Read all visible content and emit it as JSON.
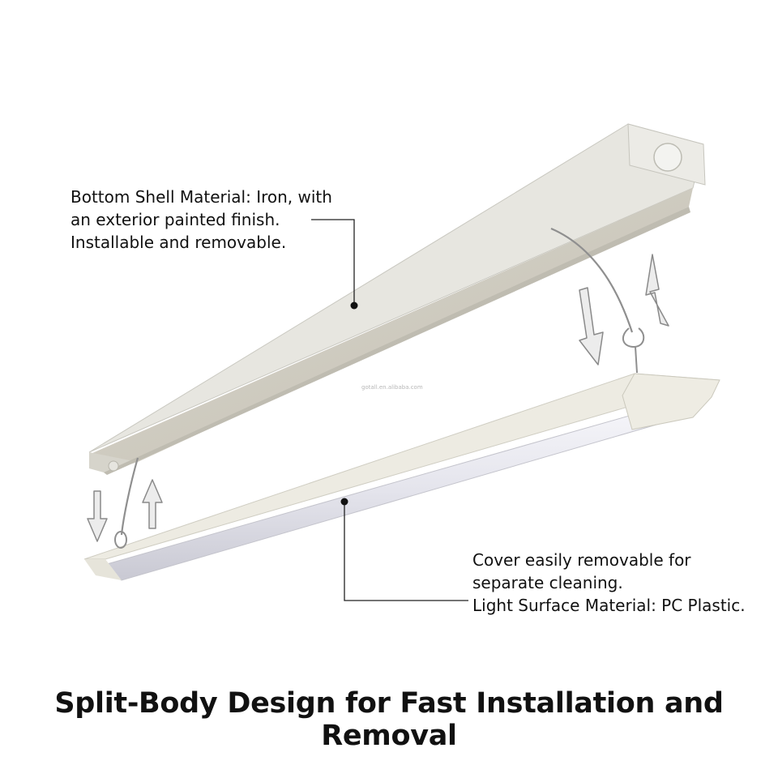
{
  "callouts": {
    "shell": {
      "line1": "Bottom Shell Material: Iron, with",
      "line2": "an exterior painted finish.",
      "line3": "Installable and removable."
    },
    "cover": {
      "line1": "Cover easily removable for",
      "line2": "separate cleaning.",
      "line3": "Light Surface Material: PC Plastic."
    }
  },
  "watermark": "gotall.en.alibaba.com",
  "title": "Split-Body Design for Fast Installation and Removal",
  "colors": {
    "shell_top": "#e6e6e0",
    "shell_side": "#d8d7cf",
    "shell_inner": "#cfccc2",
    "cover_trim": "#ebe9df",
    "diffuser": "#e8e8ee",
    "leader": "#222222",
    "arrow_fill": "#ececec",
    "arrow_stroke": "#8a8a8a"
  },
  "icons": [
    "arrow-down-icon",
    "arrow-up-icon",
    "leader-dot-icon"
  ]
}
